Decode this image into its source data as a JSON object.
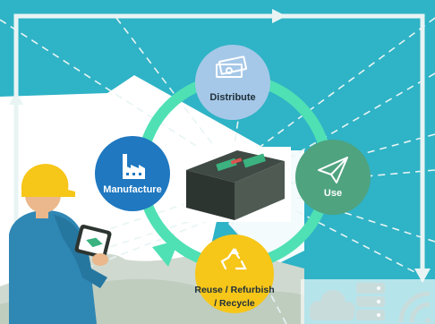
{
  "diagram": {
    "nodes": [
      {
        "id": "distribute",
        "label": "Distribute",
        "icon": "cash-icon",
        "color": "#a6c8e8"
      },
      {
        "id": "use",
        "label": "Use",
        "icon": "paper-plane-icon",
        "color": "#4fa37f"
      },
      {
        "id": "reuse",
        "label_lines": [
          "Reuse / Refurbish",
          "/ Recycle"
        ],
        "icon": "recycle-icon",
        "color": "#f6c619"
      },
      {
        "id": "manufacture",
        "label": "Manufacture",
        "icon": "factory-icon",
        "color": "#1f78c0"
      }
    ],
    "cycle_arrow_color": "#4fe0b4",
    "background_color": "#2fb3c6",
    "frame_color": "#e8f4f4"
  }
}
